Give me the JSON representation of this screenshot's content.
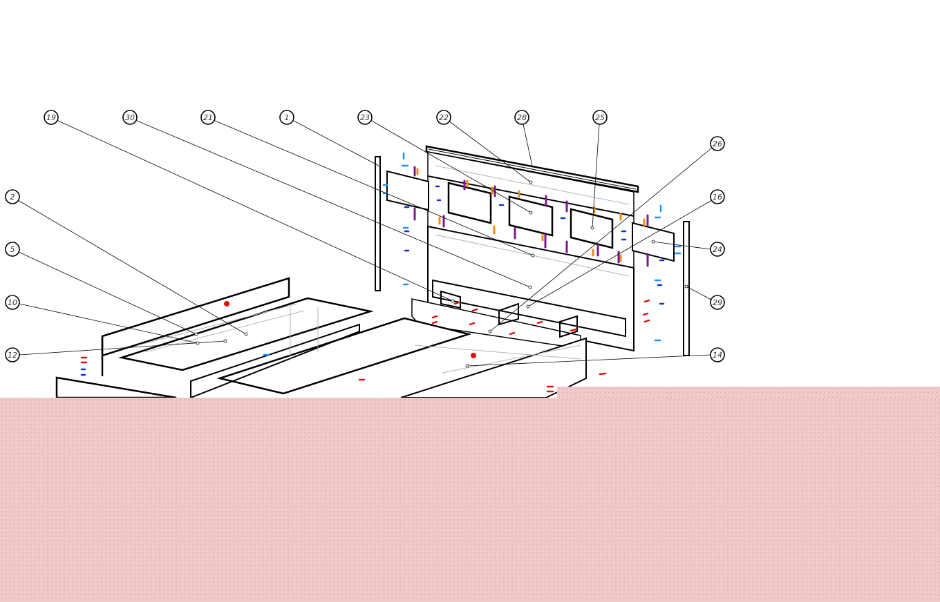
{
  "title": "Exploded assembly view - bed with storage drawers",
  "balloons": [
    {
      "id": "19"
    },
    {
      "id": "30"
    },
    {
      "id": "21"
    },
    {
      "id": "1"
    },
    {
      "id": "23"
    },
    {
      "id": "22"
    },
    {
      "id": "28"
    },
    {
      "id": "25"
    },
    {
      "id": "26"
    },
    {
      "id": "16"
    },
    {
      "id": "24"
    },
    {
      "id": "29"
    },
    {
      "id": "14"
    },
    {
      "id": "2"
    },
    {
      "id": "5"
    },
    {
      "id": "10"
    },
    {
      "id": "12"
    }
  ],
  "colors": {
    "line": "#000000",
    "hidden": "#b4b4b4",
    "fastener_red": "#e01010",
    "fastener_blue": "#1030d0",
    "fastener_lightblue": "#2090f0",
    "fastener_purple": "#7a1a8a",
    "fastener_orange": "#f08a10",
    "overlay": "#f0c9c9"
  }
}
